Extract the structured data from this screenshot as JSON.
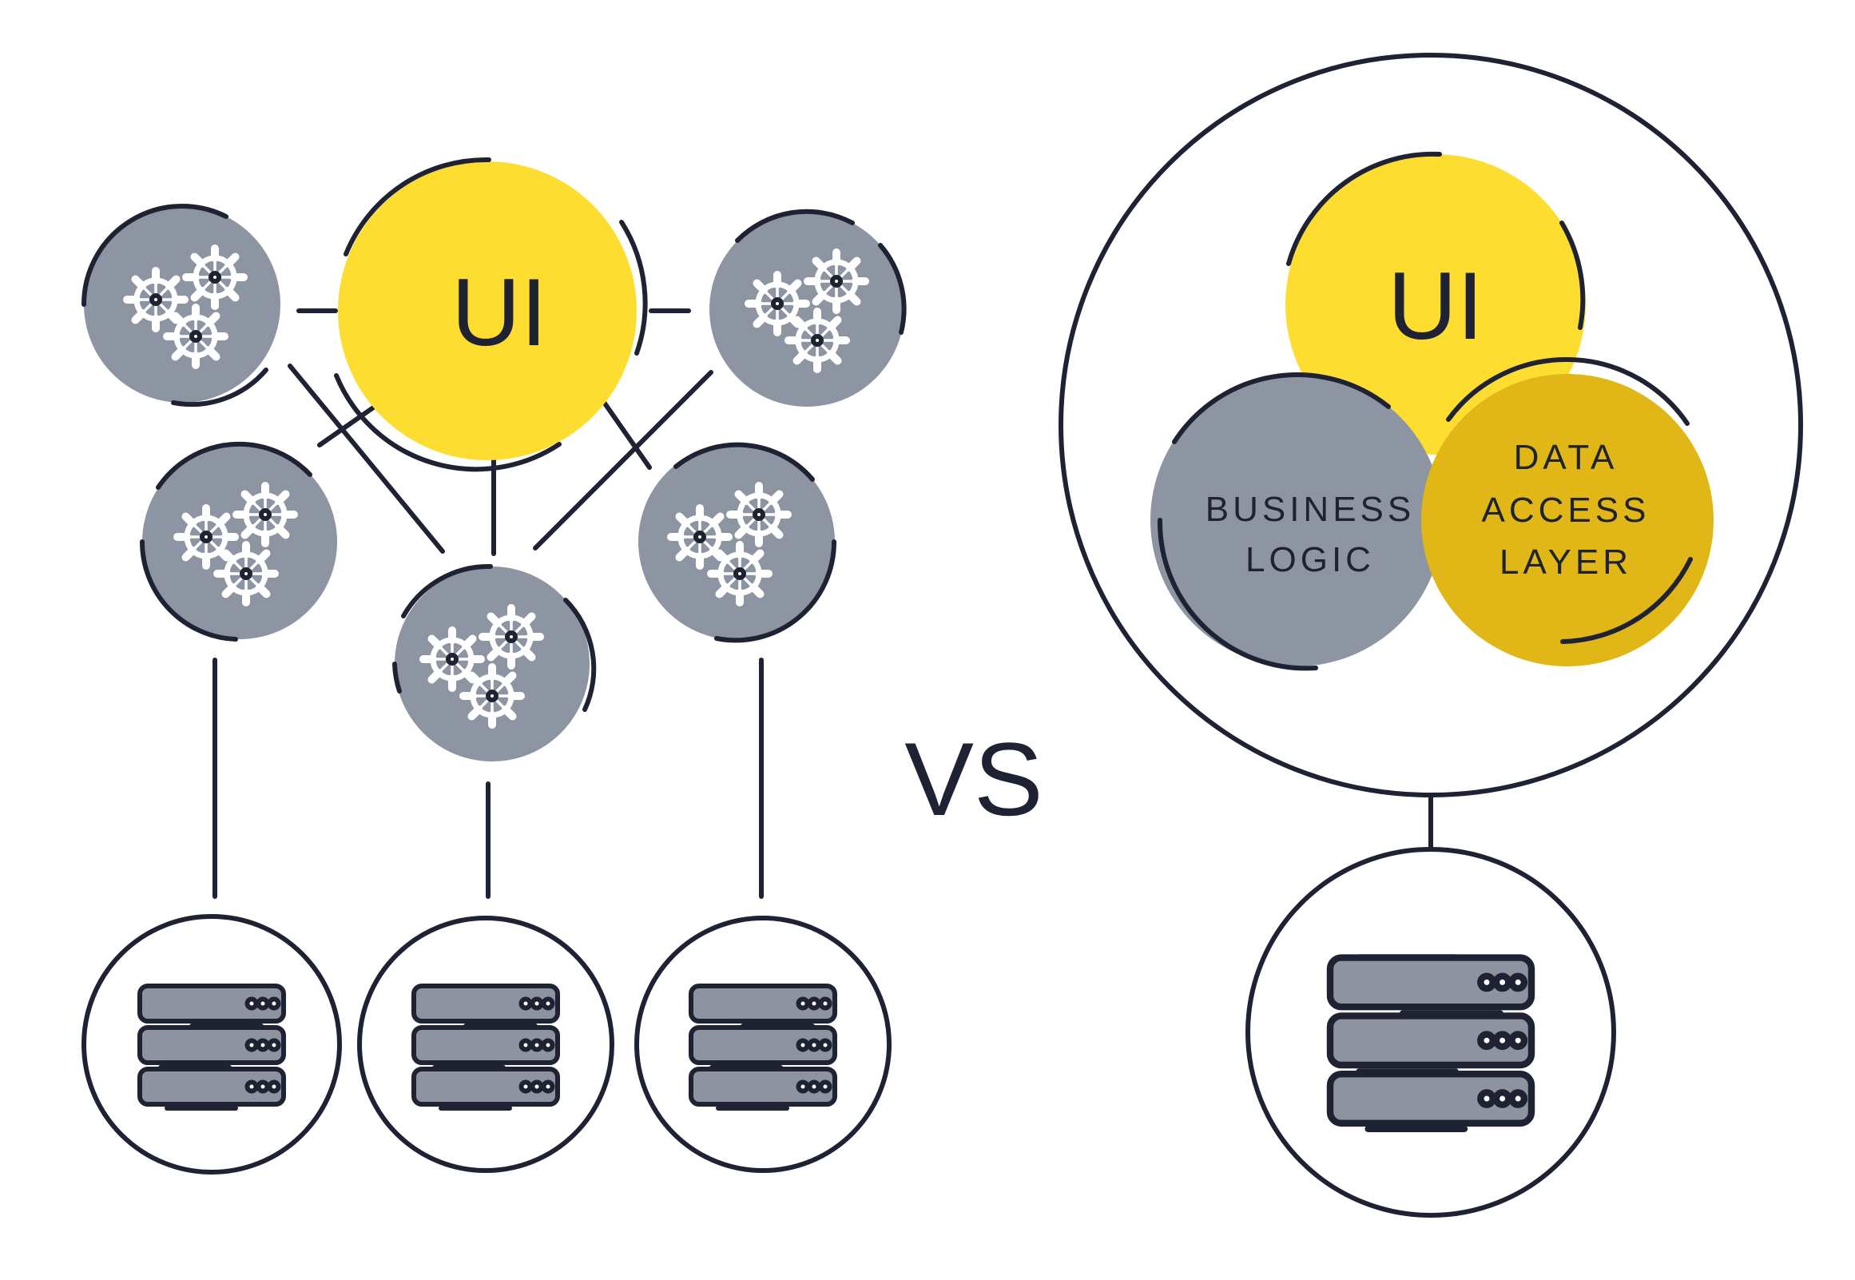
{
  "left": {
    "ui_label": "UI"
  },
  "vs_label": "VS",
  "right": {
    "ui_label": "UI",
    "business_logic": [
      "BUSINESS",
      "LOGIC"
    ],
    "data_access": [
      "DATA",
      "ACCESS",
      "LAYER"
    ]
  },
  "colors": {
    "yellow": "#fedd31",
    "dark_yellow": "#e0b716",
    "gray": "#8c95a1",
    "ink": "#1f2233",
    "icon_white": "#ffffff",
    "server_gray": "#8d939f"
  },
  "icons": {
    "service": "gears-icon",
    "database": "server-stack-icon"
  }
}
